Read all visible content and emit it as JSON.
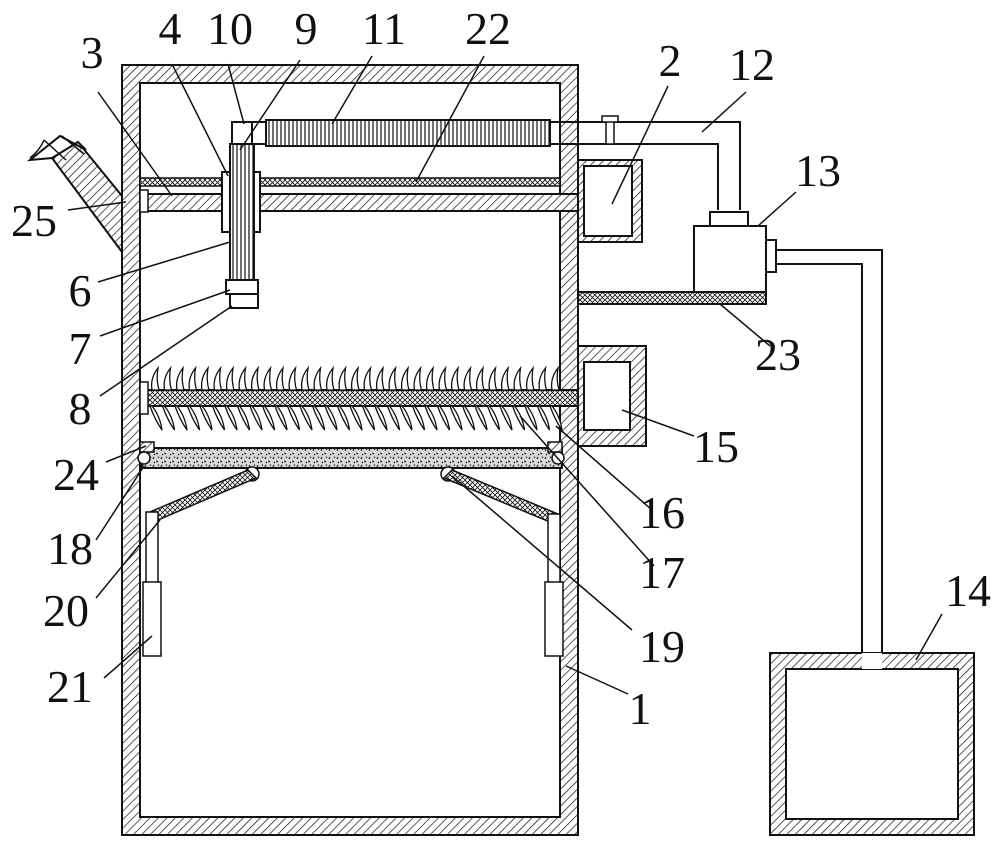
{
  "figure": {
    "labels": {
      "l1": "1",
      "l2": "2",
      "l3": "3",
      "l4": "4",
      "l6": "6",
      "l7": "7",
      "l8": "8",
      "l9": "9",
      "l10": "10",
      "l11": "11",
      "l12": "12",
      "l13": "13",
      "l14": "14",
      "l15": "15",
      "l16": "16",
      "l17": "17",
      "l18": "18",
      "l19": "19",
      "l20": "20",
      "l21": "21",
      "l22": "22",
      "l23": "23",
      "l24": "24",
      "l25": "25"
    }
  },
  "colors": {
    "line": "#111111",
    "background": "#ffffff"
  }
}
